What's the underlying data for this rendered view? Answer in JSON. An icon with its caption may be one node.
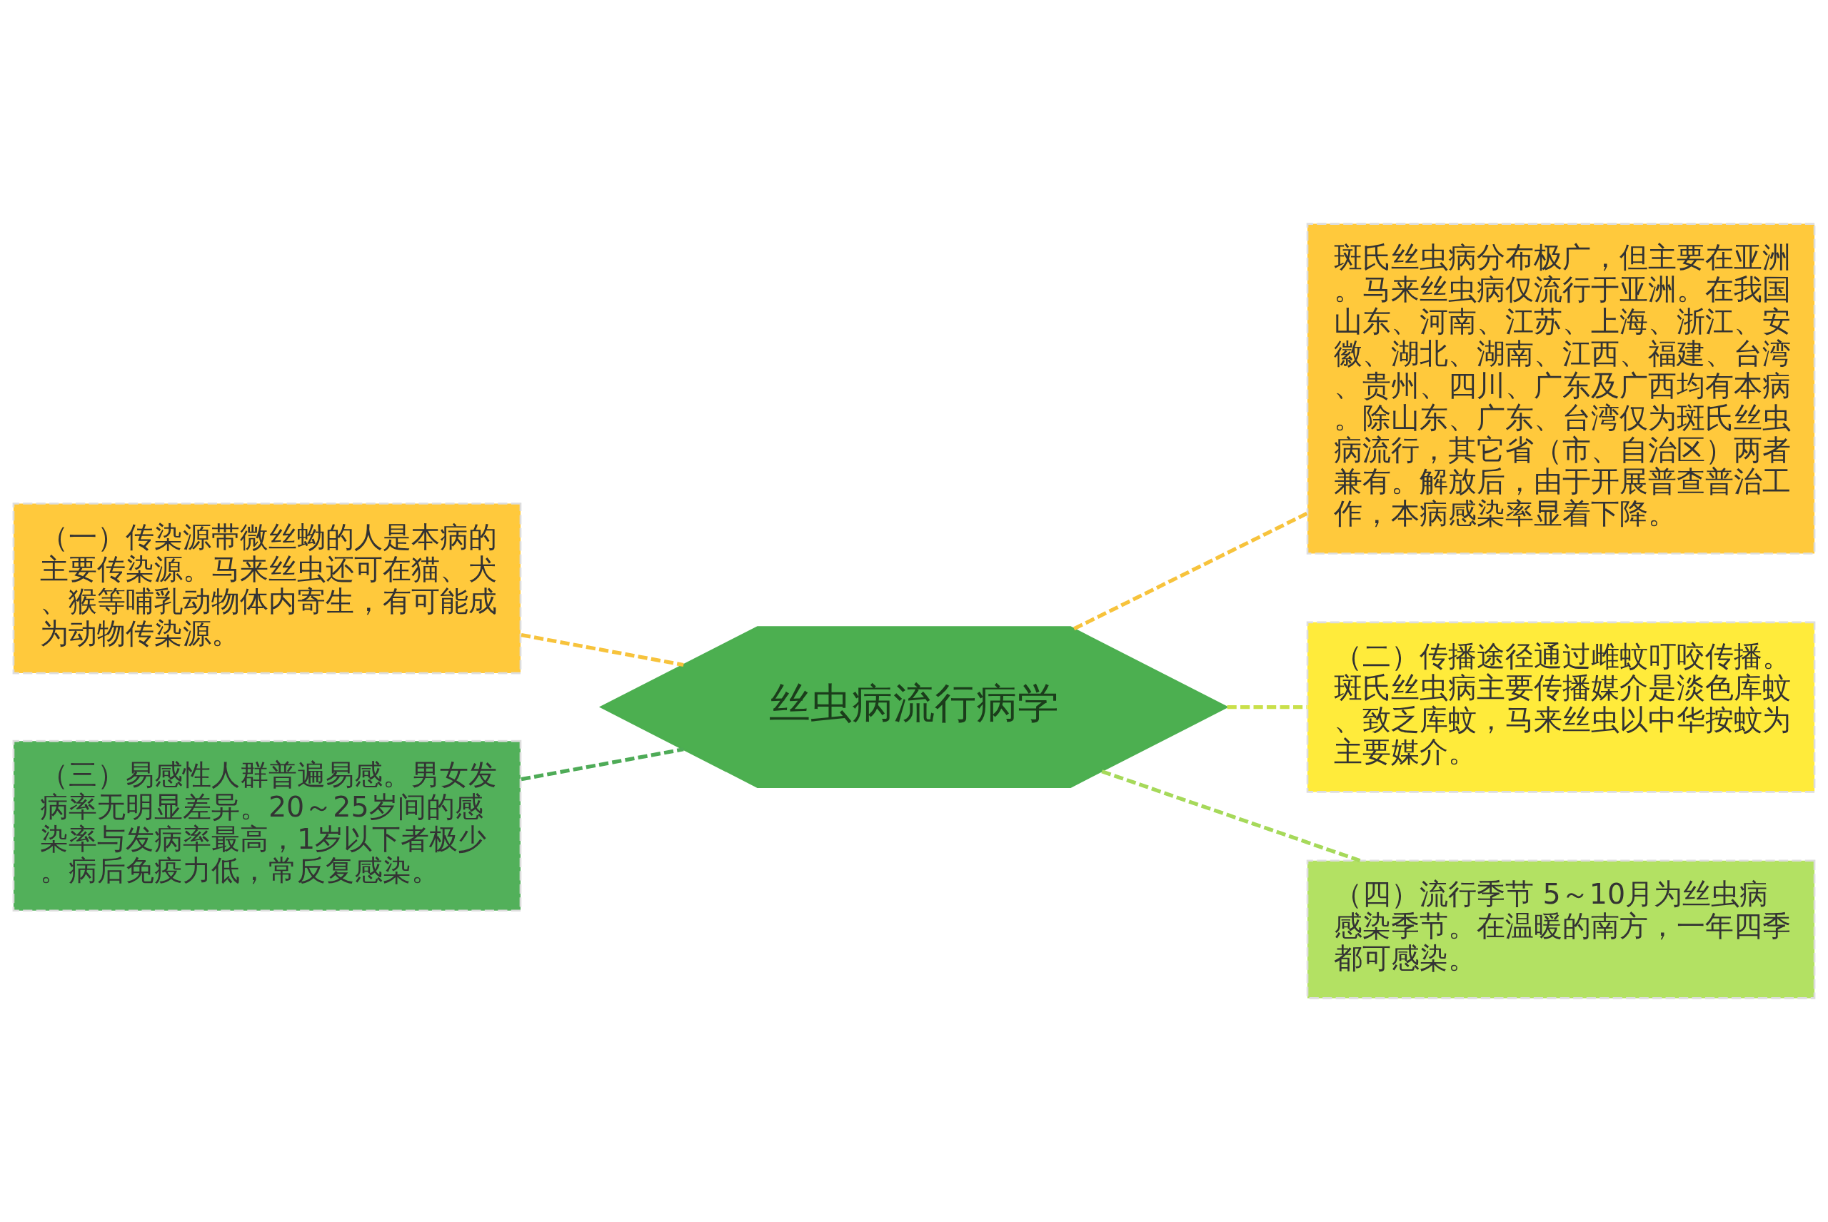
{
  "diagram": {
    "nodes": [
      {
        "text": [
          "丝虫病流行病学"
        ]
      },
      {
        "text": [
          "（一）传染源带微丝蚴的人是本病的主要传染源。马来丝虫还可在猫、犬、猴等哺乳动物体内寄生，有可能成为动物传染源。"
        ]
      },
      {
        "text": [
          "（三）易感性人群普遍易感。男女发病率无明显差异。20～25岁间的感染率与发病率最高，1岁以下者极少。病后免疫力低，常反复感染。"
        ]
      },
      {
        "text": [
          "斑氏丝虫病分布极广，但主要在亚洲。马来丝虫病仅流行于亚洲。在我国山东、河南、江苏、上海、浙江、安徽、湖北、湖南、江西、福建、台湾、贵州、四川、广东及广西均有本病。除山东、广东、台湾仅为斑氏丝虫病流行，其它省（市、自治区）两者兼有。解放后，由于开展普查普治工作，本病感染率显着下降。"
        ]
      },
      {
        "text": [
          "（二）传播途径通过雌蚊叮咬传播。斑氏丝虫病主要传播媒介是淡色库蚊、致乏库蚊，马来丝虫以中华按蚊为主要媒介。"
        ]
      },
      {
        "text": [
          "（四）流行季节 5～10月为丝虫病感染季节。在温暖的南方，一年四季都可感染。"
        ]
      }
    ],
    "edges": [
      {
        "from": 1,
        "to": 0,
        "arrow": "none",
        "style": "dashed",
        "color": "#f7c33c"
      },
      {
        "from": 2,
        "to": 0,
        "arrow": "none",
        "style": "dashed",
        "color": "#4eab57"
      },
      {
        "from": 0,
        "to": 3,
        "arrow": "none",
        "style": "dashed",
        "color": "#f7c33c"
      },
      {
        "from": 0,
        "to": 4,
        "arrow": "none",
        "style": "dashed",
        "color": "#c9e04a"
      },
      {
        "from": 0,
        "to": 5,
        "arrow": "none",
        "style": "dashed",
        "color": "#a6d95a"
      }
    ]
  }
}
